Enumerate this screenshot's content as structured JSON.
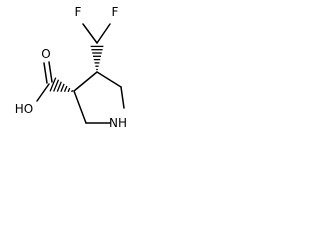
{
  "structure": {
    "atoms": {
      "fluorine_top_left": "F",
      "fluorine_top_right": "F",
      "ring_nitrogen": "NH",
      "hydroxyl_oxygen": "HO",
      "carbonyl_oxygen": "O"
    },
    "colors": {
      "ink": "#000000",
      "background": "#ffffff"
    }
  }
}
